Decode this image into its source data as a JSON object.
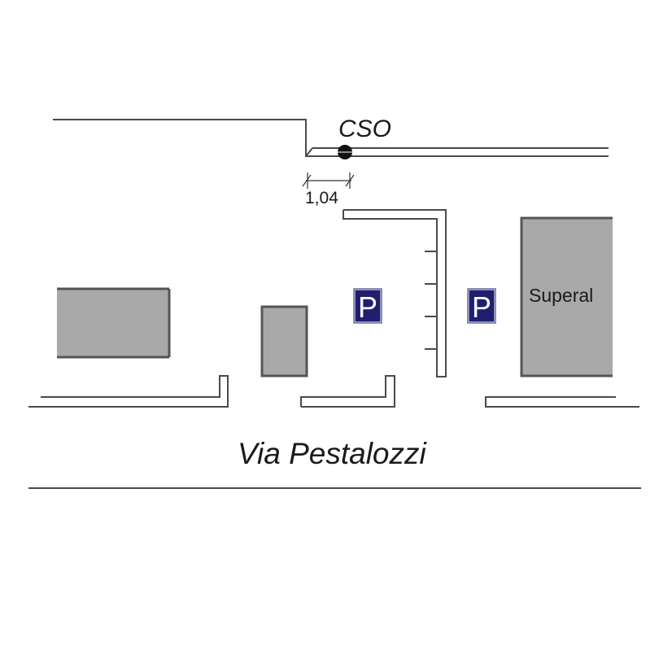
{
  "labels": {
    "cso": "CSO",
    "distance": "1,04",
    "street": "Via Pestalozzi",
    "store": "Superal",
    "parking_1": "P",
    "parking_2": "P"
  },
  "colors": {
    "building_fill": "#a9a9a9",
    "building_edge": "#555555",
    "parking_sign": "#1f1f6e",
    "lines": "#4a4a4a"
  },
  "icons": {
    "cso_marker": "manhole-marker-icon",
    "parking": "parking-sign-icon"
  }
}
